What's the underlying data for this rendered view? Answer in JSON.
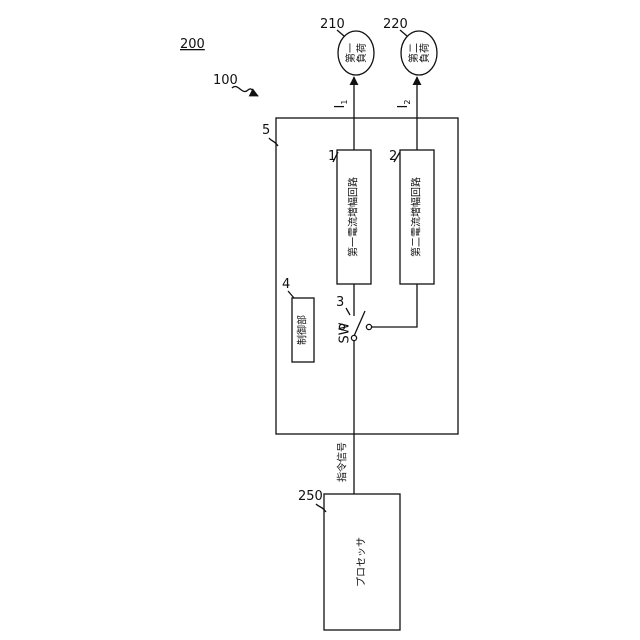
{
  "figure_label": "200",
  "system_label": "100",
  "device": {
    "ref": "5"
  },
  "amplifier_1": {
    "ref": "1",
    "text": "第一電流増幅回路"
  },
  "amplifier_2": {
    "ref": "2",
    "text": "第二電流増幅回路"
  },
  "switch": {
    "ref": "3",
    "text": "SW"
  },
  "controller": {
    "ref": "4",
    "text": "制御部"
  },
  "load_1": {
    "ref": "210",
    "line1": "第一",
    "line2": "負荷"
  },
  "load_2": {
    "ref": "220",
    "line1": "第二",
    "line2": "負荷"
  },
  "current_1": {
    "letter": "I",
    "subscript": "1"
  },
  "current_2": {
    "letter": "I",
    "subscript": "2"
  },
  "processor": {
    "ref": "250",
    "text": "プロセッサ"
  },
  "signal": {
    "text": "指令信号"
  }
}
